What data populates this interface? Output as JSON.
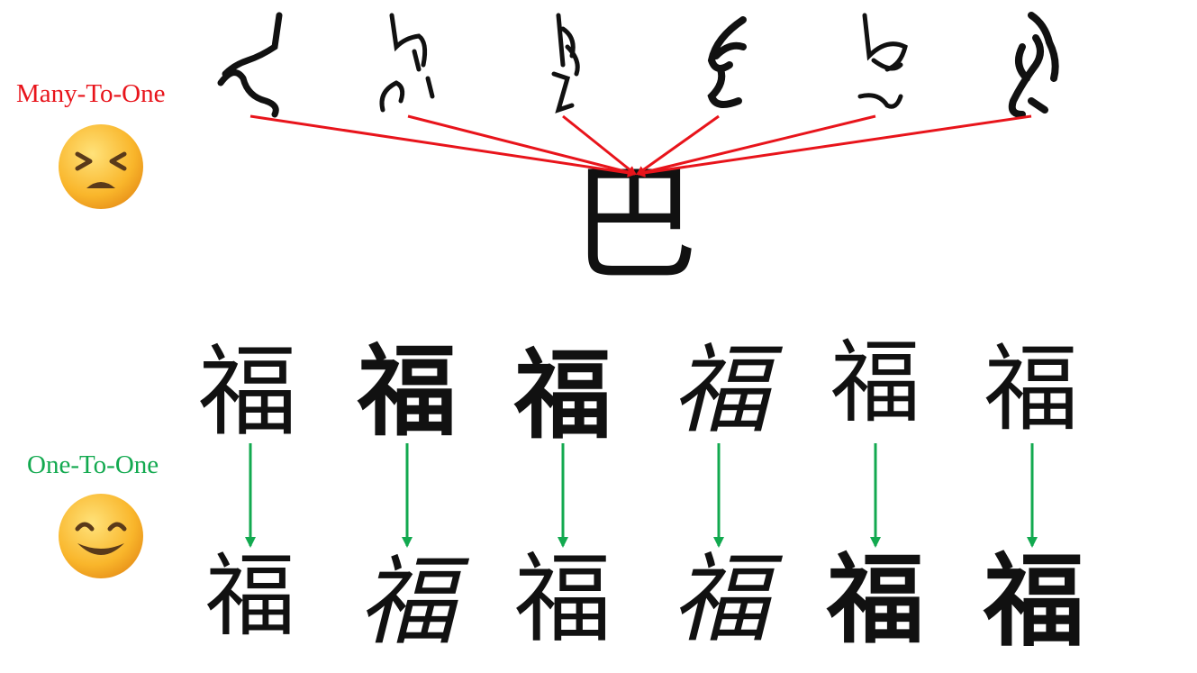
{
  "labels": {
    "many_to_one": "Many-To-One",
    "one_to_one": "One-To-One"
  },
  "emojis": {
    "sad": "persevering-face",
    "happy": "smiling-face"
  },
  "top": {
    "target_char": "巴",
    "source_count": 6,
    "arrow_color": "#e8141b"
  },
  "bottom": {
    "source_chars": [
      "福",
      "福",
      "福",
      "福",
      "福",
      "福"
    ],
    "target_chars": [
      "福",
      "福",
      "福",
      "福",
      "福",
      "福"
    ],
    "arrow_color": "#12a94f"
  },
  "colors": {
    "many_to_one": "#e8141b",
    "one_to_one": "#12a94f",
    "ink": "#111111"
  }
}
